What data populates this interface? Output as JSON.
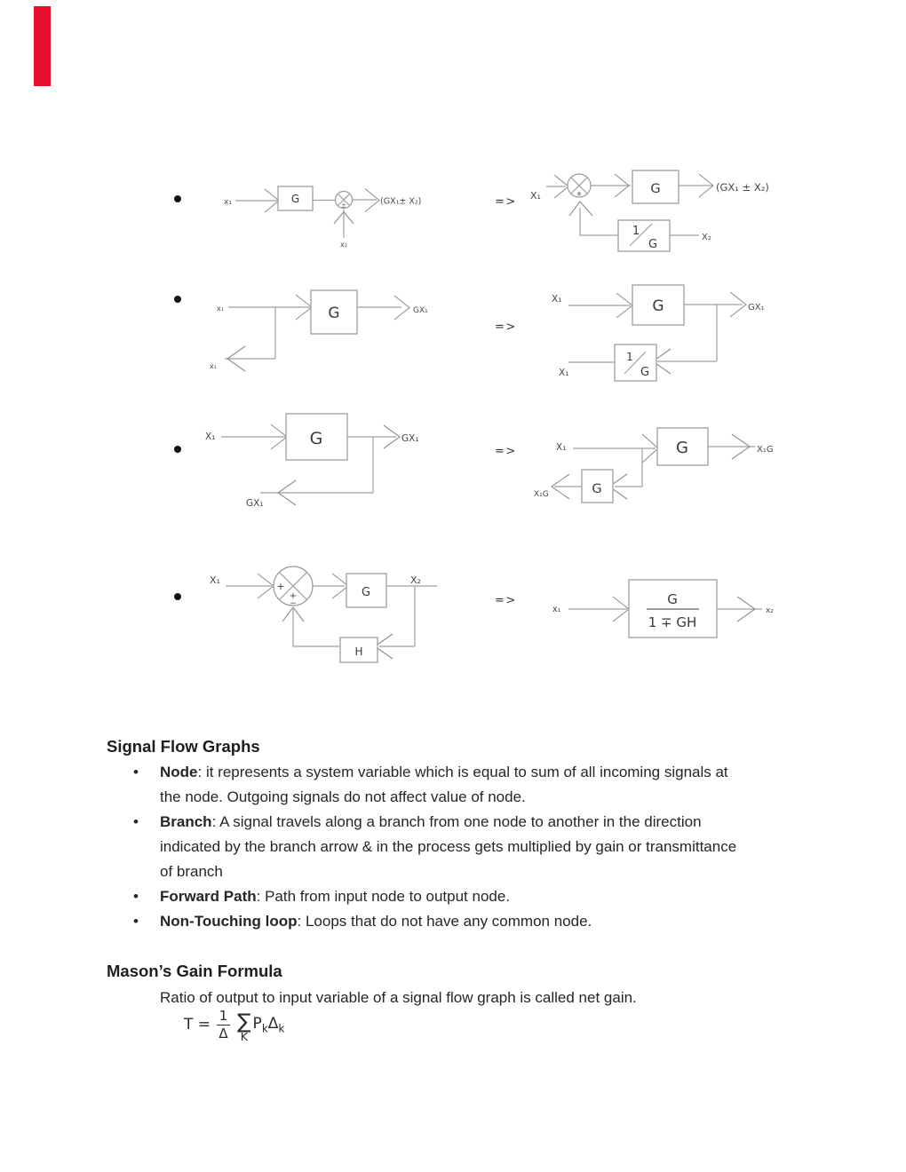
{
  "page": {
    "red_bar_color": "#e8112d"
  },
  "labels": {
    "implies": "=>"
  },
  "diagrams": {
    "row1_left": {
      "x1": "x₁",
      "g": "G",
      "pm": "±",
      "out": "(GX₁± X₂)",
      "x2": "x₂"
    },
    "row1_right": {
      "x1": "X₁",
      "g": "G",
      "pm": "±",
      "out": "(GX₁ ± X₂)",
      "inv_num": "1",
      "inv_den": "G",
      "x2": "X₂"
    },
    "row2_left": {
      "x1": "x₁",
      "g": "G",
      "out": "GX₁",
      "x1b": "x₁"
    },
    "row2_right": {
      "x1": "X₁",
      "g": "G",
      "out": "GX₁",
      "inv_num": "1",
      "inv_den": "G",
      "x1b": "X₁"
    },
    "row3_left": {
      "x1": "X₁",
      "g": "G",
      "out": "GX₁",
      "outb": "GX₁"
    },
    "row3_right": {
      "x1": "X₁",
      "g": "G",
      "out": "X₁G",
      "g2": "G",
      "outb": "X₁G"
    },
    "row4_left": {
      "x1": "X₁",
      "g": "G",
      "h": "H",
      "x2": "X₂",
      "plus_left": "+",
      "plus_bottom": "+",
      "minus_bottom": "−"
    },
    "row4_right": {
      "x1": "x₁",
      "num": "G",
      "den": "1 ∓ GH",
      "out": "x₂"
    }
  },
  "sfg": {
    "title": "Signal Flow Graphs",
    "bullet": "•",
    "items": [
      {
        "term": "Node",
        "rest": ":  it represents a system variable which is equal to sum of all incoming signals at\nthe node. Outgoing signals do not affect value of node."
      },
      {
        "term": "Branch",
        "rest": ": A signal travels along a branch from one node to another in the direction\nindicated by the branch arrow & in the process gets multiplied by gain or transmittance\nof branch"
      },
      {
        "term": "Forward Path",
        "rest": ": Path from input node to output node."
      },
      {
        "term": "Non-Touching loop",
        "rest": ": Loops that do not have any common node."
      }
    ]
  },
  "mason": {
    "title": "Mason’s Gain Formula",
    "body": "Ratio of output to input variable of a signal flow graph is called net gain.",
    "formula": {
      "lhs": "T =",
      "num": "1",
      "den": "Δ",
      "sum": "∑",
      "sum_sub": "K",
      "p": "P",
      "p_sub": "k",
      "delta": "Δ",
      "delta_sub": "k"
    }
  }
}
